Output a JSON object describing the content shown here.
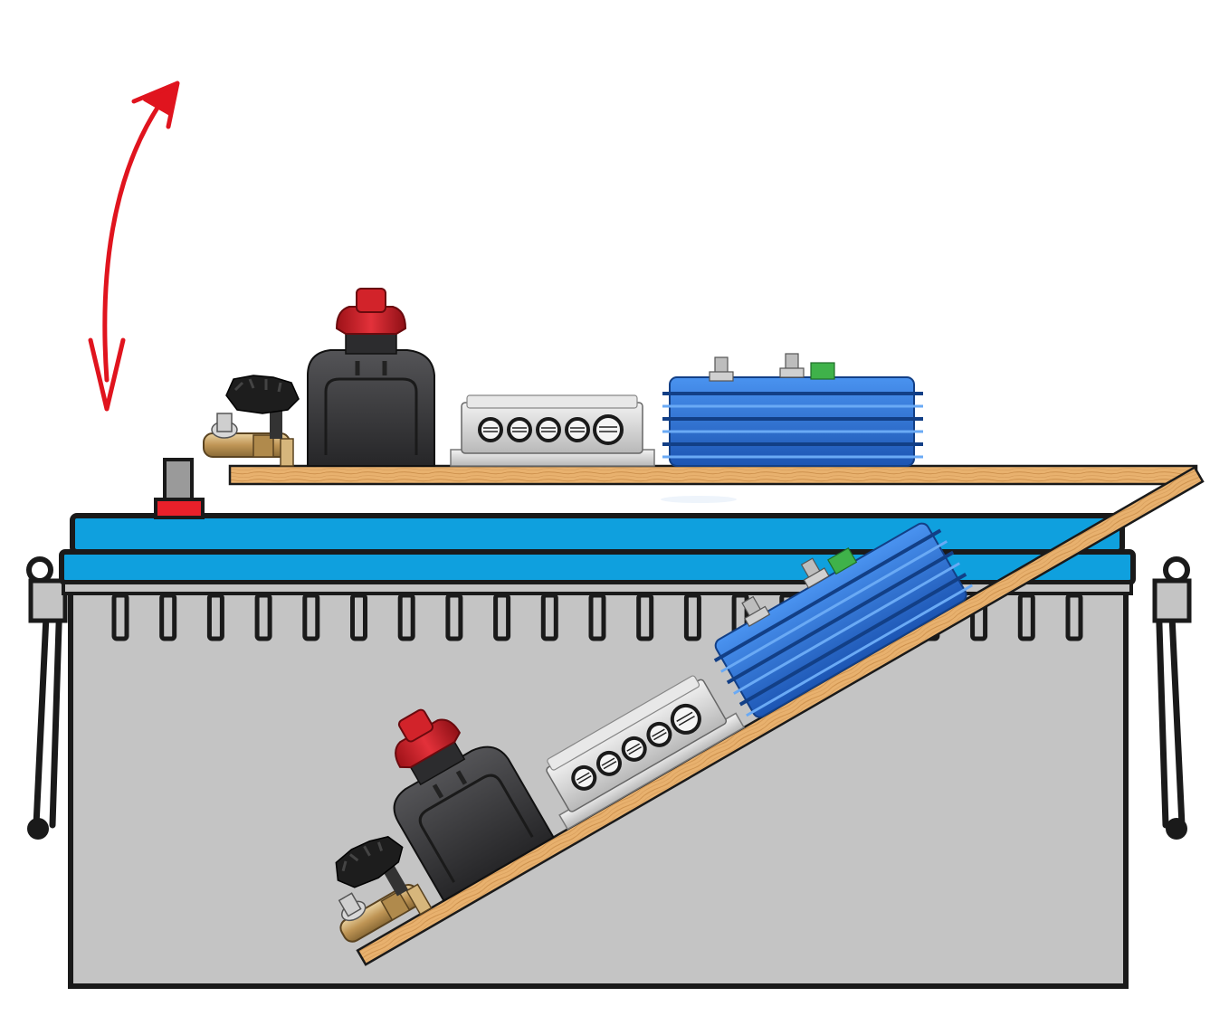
{
  "diagram": {
    "kind": "battery-top-mounting-board-hinge",
    "labels": [],
    "colors": {
      "background": "#ffffff",
      "battery_body": "#c4c4c4",
      "battery_lid": "#0fa0de",
      "outline": "#1a1a1a",
      "board_wood": "#e8b16e",
      "board_edge": "#7a4e1f",
      "switch_housing": "#3a3a3c",
      "switch_knob": "#d2232a",
      "bus_bar": "#d8d8d8",
      "isolator_blue": "#2a6fcf",
      "terminal_brass": "#c9a56a",
      "terminal_green": "#3fb24a",
      "arrow_red": "#e0141e",
      "positive_post_red": "#e8202a"
    },
    "components": [
      {
        "id": "battery",
        "icon": "battery-icon"
      },
      {
        "id": "mounting-board",
        "icon": "wooden-board-icon"
      },
      {
        "id": "clamp-terminal",
        "icon": "battery-terminal-clamp-icon"
      },
      {
        "id": "wing-knob",
        "icon": "wing-nut-knob-icon"
      },
      {
        "id": "battery-switch",
        "icon": "battery-disconnect-switch-icon"
      },
      {
        "id": "bus-bar",
        "icon": "bus-bar-icon"
      },
      {
        "id": "battery-isolator",
        "icon": "battery-isolator-icon"
      },
      {
        "id": "pivot-arrow",
        "icon": "double-curved-arrow-icon"
      }
    ],
    "states": [
      "closed",
      "open"
    ]
  }
}
